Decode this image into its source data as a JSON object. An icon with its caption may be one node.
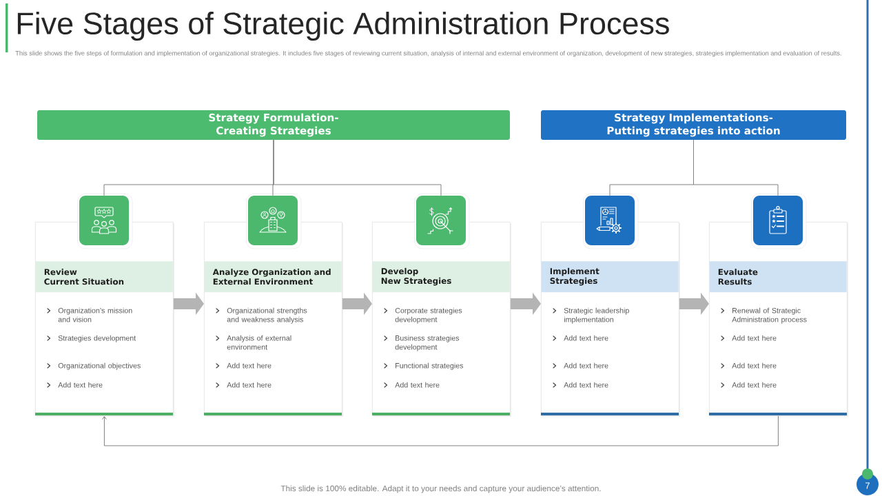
{
  "diagram": {
    "title": "Five Stages of Strategic Administration Process",
    "nodes": [
      {
        "text": [
          "Strategy Formulation- Creating Strategies"
        ]
      },
      {
        "text": [
          "Strategy Implementations- Putting strategies into action"
        ]
      },
      {
        "text": [],
        "shape": "picture"
      },
      {
        "text": [],
        "shape": "picture"
      },
      {
        "text": [],
        "shape": "picture"
      },
      {
        "text": [],
        "shape": "picture"
      },
      {
        "text": [],
        "shape": "picture"
      },
      {
        "text": [
          "Review Current Situation",
          "Organization’s mission and vision",
          "Strategies development",
          "Organizational objectives",
          "Add text here"
        ]
      },
      {
        "text": [
          "Analyze Organization and External Environment",
          "Organizational strengths and weakness analysis",
          "Analysis of external environment",
          "Add text here",
          "Add text here"
        ]
      },
      {
        "text": [
          "Develop New Strategies",
          "Corporate strategies development",
          "Business strategies development",
          "Functional strategies",
          "Add text here"
        ]
      },
      {
        "text": [
          "Implement Strategies",
          "Strategic leadership implementation",
          "Add text here",
          "Add text here",
          "Add text here"
        ]
      },
      {
        "text": [
          "Evaluate Results",
          "Renewal of Strategic Administration process",
          "Add text here",
          "Add text here",
          "Add text here"
        ]
      }
    ],
    "edges": [
      {
        "from": 0,
        "to": 2,
        "arrow": "none"
      },
      {
        "from": 0,
        "to": 3,
        "arrow": "none"
      },
      {
        "from": 0,
        "to": 4,
        "arrow": "none"
      },
      {
        "from": 1,
        "to": 5,
        "arrow": "none"
      },
      {
        "from": 1,
        "to": 6,
        "arrow": "none"
      },
      {
        "from": 7,
        "to": 8,
        "arrow": "to",
        "style": "thick"
      },
      {
        "from": 8,
        "to": 9,
        "arrow": "to",
        "style": "thick"
      },
      {
        "from": 9,
        "to": 10,
        "arrow": "to",
        "style": "thick"
      },
      {
        "from": 10,
        "to": 11,
        "arrow": "to",
        "style": "thick"
      },
      {
        "from": 11,
        "to": 7,
        "arrow": "to"
      }
    ],
    "labels": [
      "This slide shows the five steps of formulation and implementation of organizational strategies. It includes five stages of reviewing current situation, analysis of internal and external environment of organization, development of new strategies, strategies implementation and evaluation of results.",
      "This slide is 100% editable. Adapt it to your needs and capture your audience’s attention.",
      "7"
    ]
  }
}
